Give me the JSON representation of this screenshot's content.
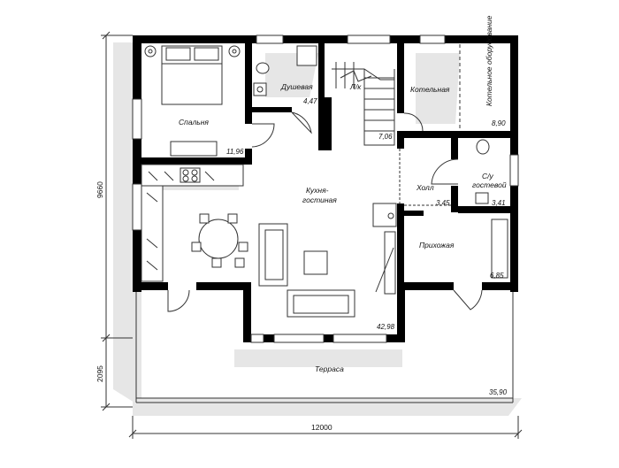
{
  "plan": {
    "rooms": {
      "bedroom": {
        "name": "Спальня",
        "area": "11,96"
      },
      "shower": {
        "name": "Душевая",
        "area": "4,47"
      },
      "stairs": {
        "name": "Л/к",
        "area": "7,06"
      },
      "boiler": {
        "name": "Котельная",
        "area": "8,90"
      },
      "boiler_equipment": {
        "name": "Котельное оборудование"
      },
      "guest_wc": {
        "name1": "С/у",
        "name2": "гостевой",
        "area": "3,41"
      },
      "hall": {
        "name": "Холл",
        "area": "3,45"
      },
      "kitchen": {
        "name1": "Кухня-",
        "name2": "гостиная",
        "area": "42,98"
      },
      "entry": {
        "name": "Прихожая",
        "area": "6,85"
      },
      "terrace": {
        "name": "Терраса",
        "area": "35,90"
      }
    },
    "dimensions": {
      "width": "12000",
      "height_house": "9660",
      "height_terrace": "2095"
    },
    "colors": {
      "wall": "#000000",
      "shadow": "#e2e2e2",
      "line": "#333333"
    }
  }
}
